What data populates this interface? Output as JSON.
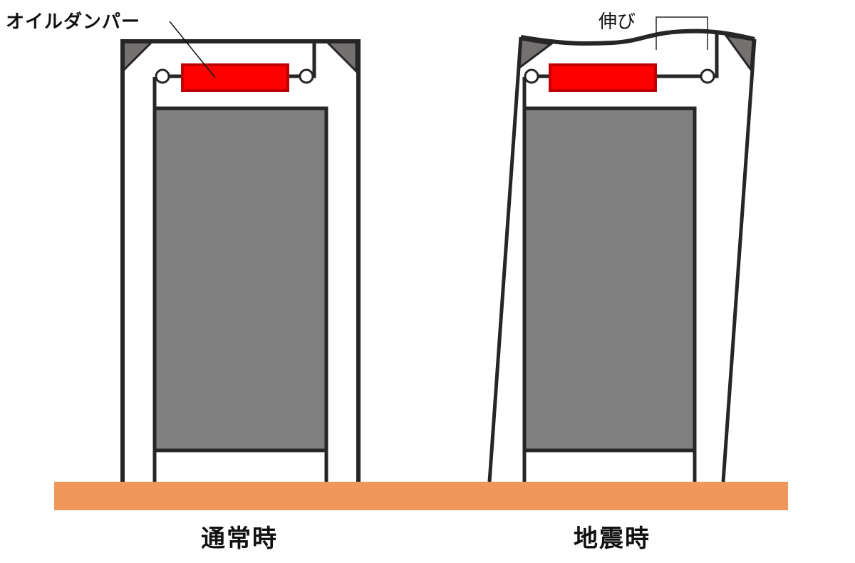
{
  "labels": {
    "damper_callout": "オイルダンパー",
    "stretch_callout": "伸び",
    "caption_normal": "通常時",
    "caption_earthquake": "地震時"
  },
  "colors": {
    "outline": "#262626",
    "corner_brace": "#757171",
    "core_fill": "#808080",
    "damper_fill": "#ff0000",
    "damper_border": "#c00000",
    "ground": "#f0975c",
    "background": "#ffffff"
  },
  "figures": [
    {
      "id": "normal",
      "caption": "通常時",
      "state": "upright frame with oil damper at top"
    },
    {
      "id": "earthquake",
      "caption": "地震時",
      "state": "tilted frame, top beam deformed, damper stretched"
    }
  ]
}
